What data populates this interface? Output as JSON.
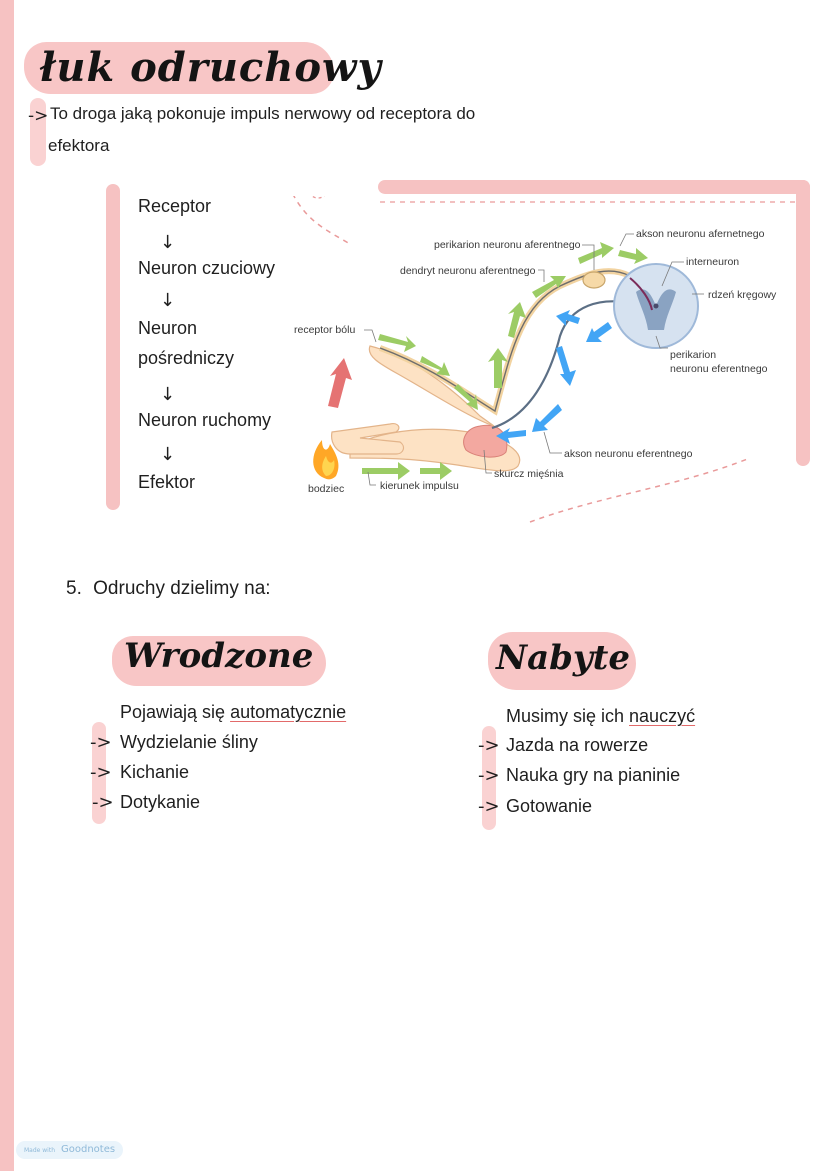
{
  "title": "łuk odruchowy",
  "definition": {
    "arrow": "->",
    "line1": "To droga jaką pokonuje impuls nerwowy od receptora do",
    "line2": "efektora"
  },
  "chain": {
    "receptor": "Receptor",
    "neuron_czuciowy": "Neuron czuciowy",
    "neuron_posredniczy_1": "Neuron",
    "neuron_posredniczy_2": "pośredniczy",
    "neuron_ruchomy": "Neuron ruchomy",
    "efektor": "Efektor",
    "arrow": "↓"
  },
  "diagram": {
    "labels": {
      "perikarion_aferentnego": "perikarion neuronu aferentnego",
      "akson_aferentnego": "akson neuronu afernetnego",
      "dendryt_aferentnego": "dendryt neuronu aferentnego",
      "interneuron": "interneuron",
      "rdzen": "rdzeń kręgowy",
      "receptor_bolu": "receptor bólu",
      "perikarion_eferentnego_1": "perikarion",
      "perikarion_eferentnego_2": "neuronu eferentnego",
      "akson_eferentnego": "akson neuronu eferentnego",
      "skurcz": "skurcz mięśnia",
      "bodziec": "bodziec",
      "kierunek": "kierunek impulsu"
    },
    "colors": {
      "afferent_arrows": "#9ccc65",
      "efferent_arrows": "#42a5f5",
      "stimulus_arrow": "#e57373",
      "skin": "#fde2c4",
      "spinal_cord": "#9fb9d9"
    }
  },
  "section": {
    "number": "5.",
    "text": "Odruchy dzielimy na:"
  },
  "innate": {
    "heading": "Wrodzone",
    "intro_prefix": "Pojawiają się ",
    "intro_emph": "automatycznie",
    "items": [
      "Wydzielanie śliny",
      "Kichanie",
      "Dotykanie"
    ]
  },
  "acquired": {
    "heading": "Nabyte",
    "intro_prefix": "Musimy się ich ",
    "intro_emph": "nauczyć",
    "items": [
      "Jazda na rowerze",
      "Nauka gry na pianinie",
      "Gotowanie"
    ]
  },
  "list_arrow": "->",
  "footer": {
    "made_with": "Made with",
    "brand": "Goodnotes"
  }
}
